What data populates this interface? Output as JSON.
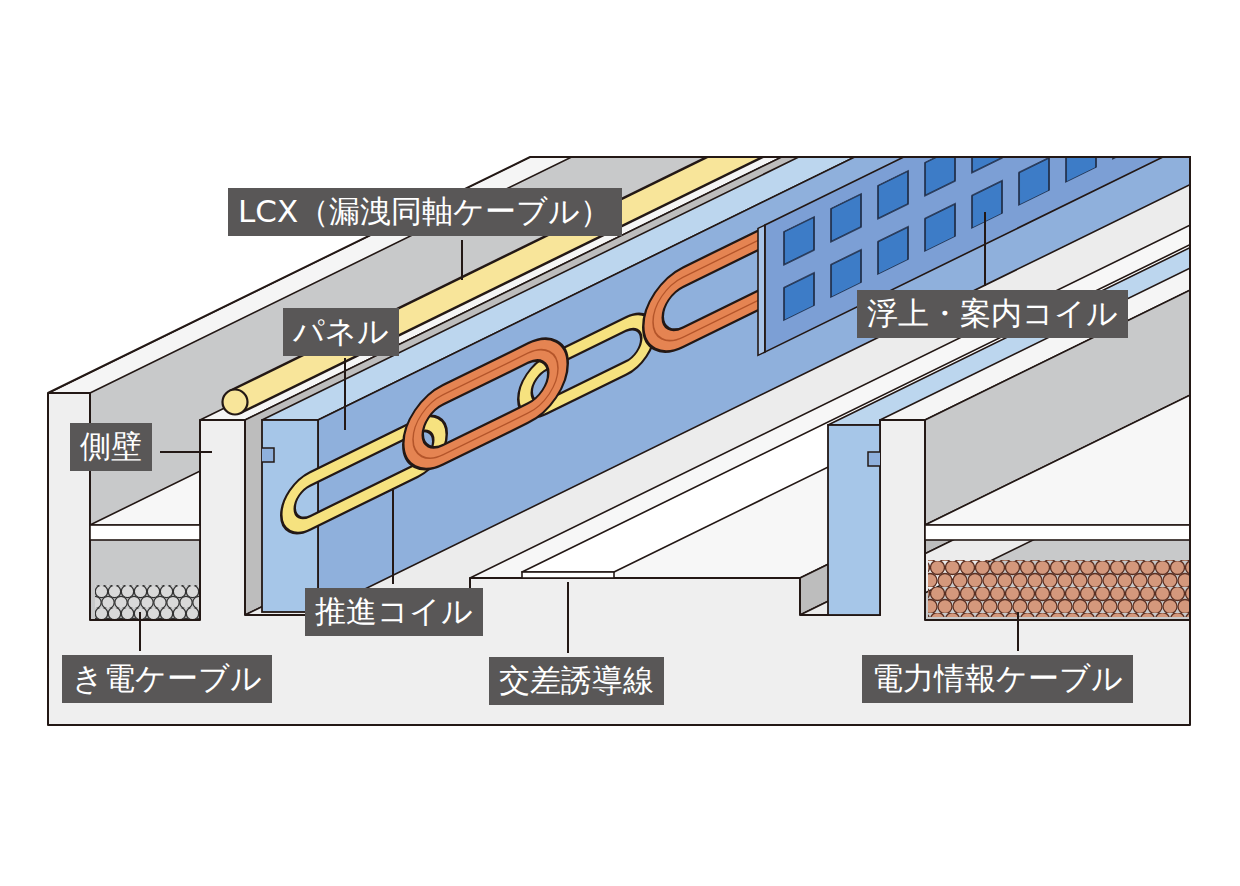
{
  "diagram": {
    "nodes": [
      {
        "text": [
          "LCX（漏洩同軸ケーブル）"
        ]
      },
      {
        "text": [
          "パネル"
        ]
      },
      {
        "text": [
          "浮上・案内コイル"
        ]
      },
      {
        "text": [
          "側壁"
        ]
      },
      {
        "text": [
          "推進コイル"
        ]
      },
      {
        "text": [
          "き電ケーブル"
        ]
      },
      {
        "text": [
          "交差誘導線"
        ]
      },
      {
        "text": [
          "電力情報ケーブル"
        ]
      }
    ]
  }
}
